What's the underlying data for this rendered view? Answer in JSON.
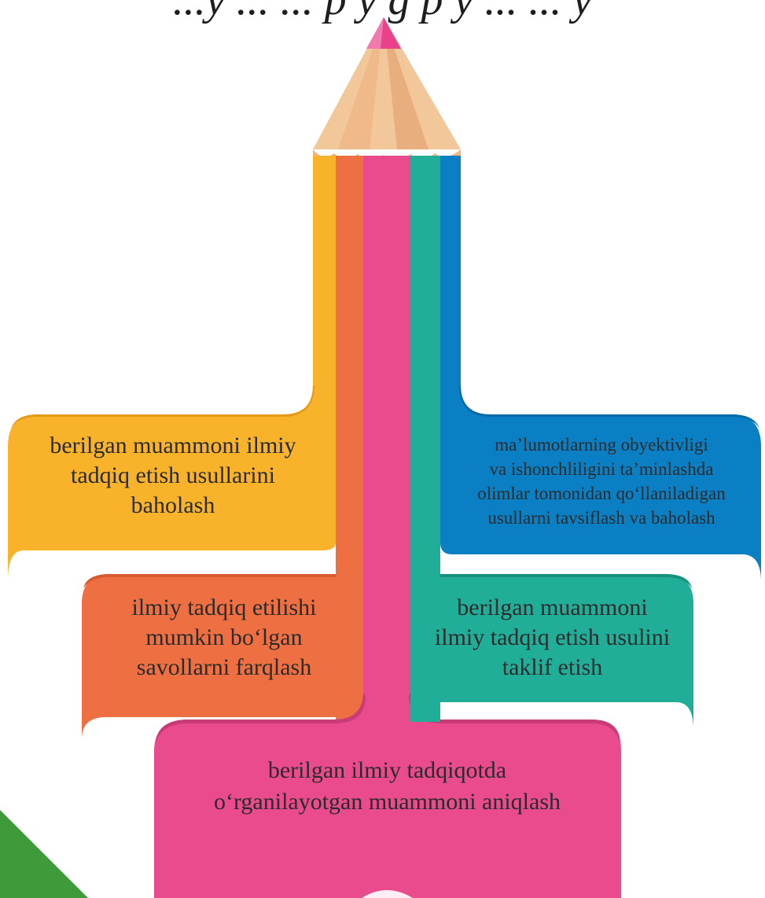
{
  "header": {
    "cropped_title": "...y ... ... p y g p y ... ... y"
  },
  "colors": {
    "yellow": "#F8B32A",
    "orange": "#EE6F42",
    "pink": "#E94B8C",
    "teal": "#21AE99",
    "blue": "#0A7FC4",
    "wood": "#F2C79A",
    "green_corner": "#3F9B3A"
  },
  "bands": {
    "yellow": [
      "berilgan muammoni ilmiy",
      "tadqiq etish usullarini",
      "baholash"
    ],
    "orange": [
      "ilmiy tadqiq etilishi",
      "mumkin boʻlgan",
      "savollarni farqlash"
    ],
    "pink": [
      "berilgan ilmiy tadqiqotda",
      "oʻrganilayotgan muammoni aniqlash"
    ],
    "teal": [
      "berilgan muammoni",
      "ilmiy tadqiq etish usulini",
      "taklif etish"
    ],
    "blue": [
      "maʼlumotlarning obyektivligi",
      "va ishonchliligini taʼminlashda",
      "olimlar tomonidan qoʻllaniladigan",
      "usullarni tavsiflash va baholash"
    ]
  }
}
